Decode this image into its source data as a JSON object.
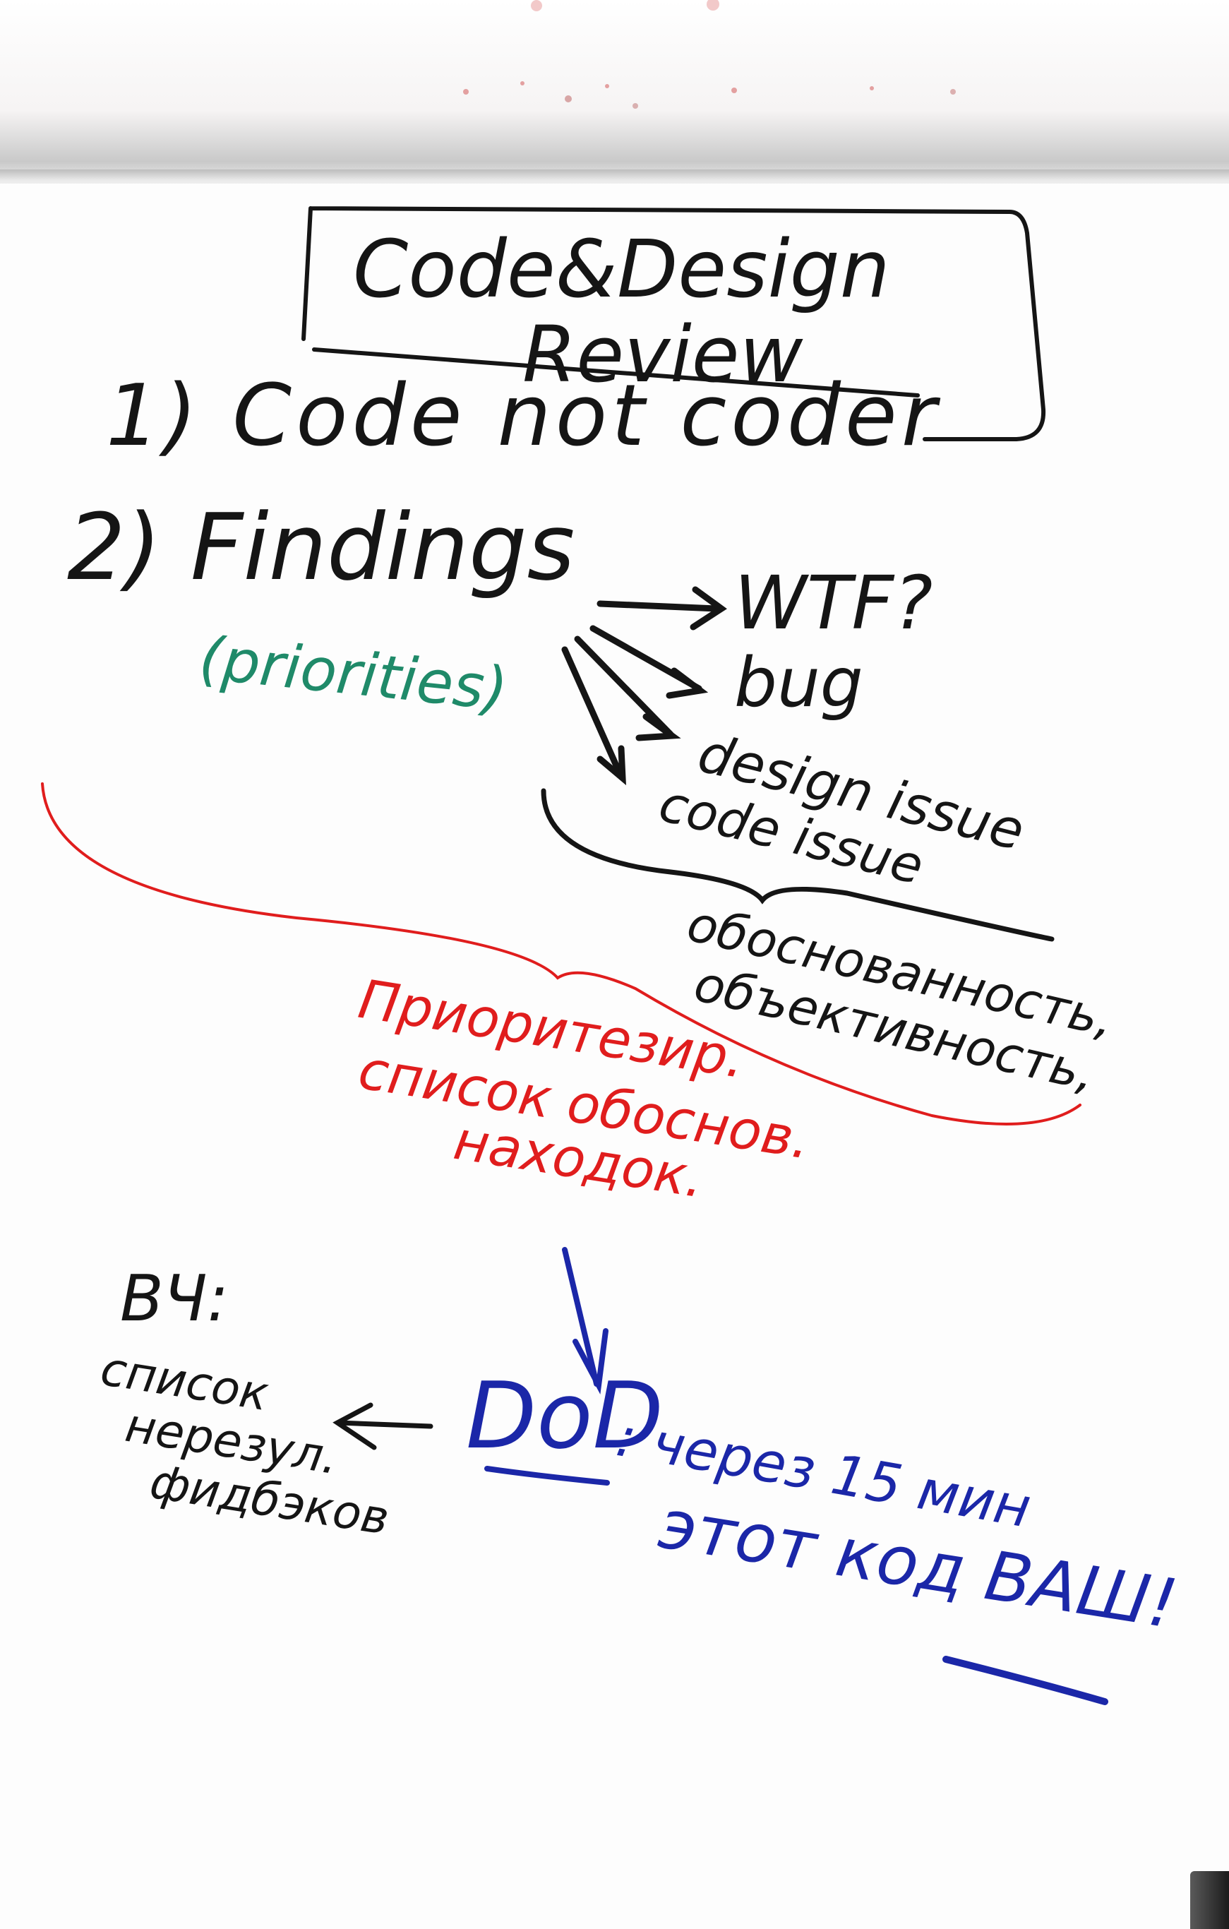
{
  "title": {
    "line1": "Code&Design",
    "line2": "Review"
  },
  "items": [
    {
      "label": "1) Code not coder"
    },
    {
      "label": "2) Findings"
    }
  ],
  "findings_note": "(priorities)",
  "finding_types": [
    "WTF?",
    "bug",
    "design issue",
    "code issue"
  ],
  "justification": [
    "обоснованность,",
    "объективность,"
  ],
  "red_note": [
    "Приоритезир.",
    "список обоснов.",
    "находок."
  ],
  "dod": {
    "label": "DoD",
    "line1": ": через 15 мин",
    "line2": "этот код ВАШ!"
  },
  "left_note": {
    "heading": "ВЧ:",
    "lines": [
      "список",
      "нерезул.",
      "фидбэков"
    ]
  },
  "colors": {
    "black": "#151515",
    "green": "#1f8a69",
    "red": "#e01d1d",
    "blue": "#1b27a8"
  }
}
